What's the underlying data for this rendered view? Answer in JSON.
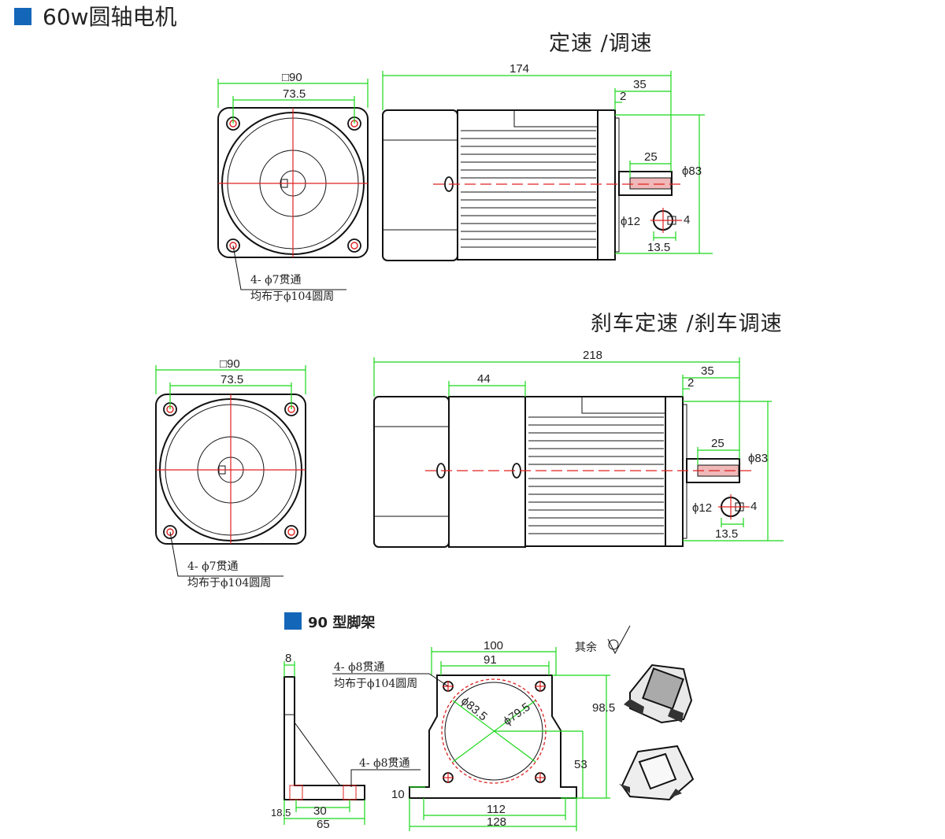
{
  "header": {
    "title": "60w圆轴电机",
    "accent_color": "#1467b8"
  },
  "view1": {
    "caption": "定速 /调速",
    "square_label": "□90",
    "bolt_spacing": "73.5",
    "length_total": "174",
    "shaft_length": "35",
    "shaft_offset": "2",
    "key_length": "25",
    "flange_dia": "ϕ83",
    "shaft_dia": "ϕ12",
    "key_width": "4",
    "key_height": "13.5",
    "hole_note_1": "4- ϕ7贯通",
    "hole_note_2": "均布于ϕ104圆周"
  },
  "view2": {
    "caption": "刹车定速 /刹车调速",
    "square_label": "□90",
    "bolt_spacing": "73.5",
    "length_total": "218",
    "brake_length": "44",
    "shaft_length": "35",
    "shaft_offset": "2",
    "key_length": "25",
    "flange_dia": "ϕ83",
    "shaft_dia": "ϕ12",
    "key_width": "4",
    "key_height": "13.5",
    "hole_note_1": "4- ϕ7贯通",
    "hole_note_2": "均布于ϕ104圆周"
  },
  "bracket": {
    "title": "90 型脚架",
    "accent_color": "#1467b8",
    "side_thickness": "8",
    "base_height": "18.5",
    "slot_dist": "30",
    "base_depth": "65",
    "side_hole_note": "4- ϕ8贯通",
    "front_hole_note_1": "4- ϕ8贯通",
    "front_hole_note_2": "均布于ϕ104圆周",
    "outer_width": "100",
    "inner_width": "91",
    "pilot_dia": "ϕ83.5",
    "pilot_dia_2": "ϕ79.5",
    "total_height": "98.5",
    "center_height": "53",
    "foot_thickness": "10",
    "foot_hole_spacing": "112",
    "foot_width": "128",
    "surface_note": "其余"
  }
}
